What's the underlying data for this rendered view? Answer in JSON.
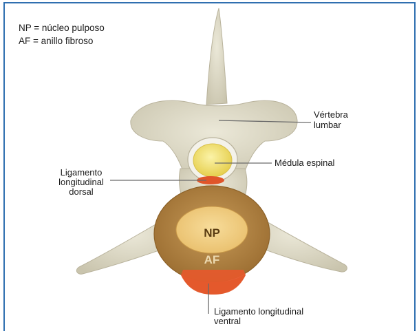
{
  "legend": {
    "line1": "NP = núcleo pulposo",
    "line2": "AF = anillo fibroso"
  },
  "labels": {
    "vertebra_line1": "Vértebra",
    "vertebra_line2": "lumbar",
    "medula": "Médula espinal",
    "lig_dorsal_line1": "Ligamento",
    "lig_dorsal_line2": "longitudinal",
    "lig_dorsal_line3": "dorsal",
    "lig_ventral_line1": "Ligamento longitudinal",
    "lig_ventral_line2": "ventral"
  },
  "regions": {
    "np": "NP",
    "af": "AF"
  },
  "colors": {
    "frame": "#2f6fb0",
    "bone": "#ddd9c6",
    "bone_shadow": "#b9b39c",
    "annulus": "#a87a3c",
    "nucleus": "#f2cf86",
    "ligament": "#e0552a",
    "cord": "#f3e47a"
  }
}
